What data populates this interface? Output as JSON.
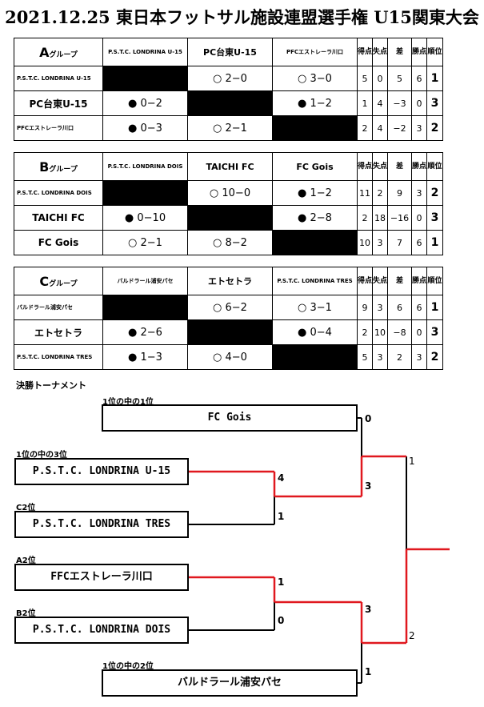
{
  "title": "2021.12.25 東日本フットサル施設連盟選手権 U15関東大会",
  "headers": {
    "pts_for": "得点",
    "pts_against": "失点",
    "diff": "差",
    "win_pts": "勝点",
    "rank": "順位"
  },
  "group_suffix": "グループ",
  "groups": [
    {
      "letter": "A",
      "cols": [
        "P.S.T.C. LONDRINA U-15",
        "PC台東U-15",
        "PFCエストレーラ川口"
      ],
      "rows": [
        {
          "name": "P.S.T.C. LONDRINA U-15",
          "cells": [
            "",
            "○ 2−0",
            "○ 3−0"
          ],
          "gf": "5",
          "ga": "0",
          "diff": "5",
          "pts": "6",
          "rank": "1"
        },
        {
          "name": "PC台東U-15",
          "cells": [
            "● 0−2",
            "",
            "● 1−2"
          ],
          "gf": "1",
          "ga": "4",
          "diff": "−3",
          "pts": "0",
          "rank": "3"
        },
        {
          "name": "PFCエストレーラ川口",
          "cells": [
            "● 0−3",
            "○ 2−1",
            ""
          ],
          "gf": "2",
          "ga": "4",
          "diff": "−2",
          "pts": "3",
          "rank": "2"
        }
      ]
    },
    {
      "letter": "B",
      "cols": [
        "P.S.T.C. LONDRINA DOIS",
        "TAICHI FC",
        "FC Gois"
      ],
      "rows": [
        {
          "name": "P.S.T.C. LONDRINA DOIS",
          "cells": [
            "",
            "○ 10−0",
            "● 1−2"
          ],
          "gf": "11",
          "ga": "2",
          "diff": "9",
          "pts": "3",
          "rank": "2"
        },
        {
          "name": "TAICHI FC",
          "cells": [
            "● 0−10",
            "",
            "● 2−8"
          ],
          "gf": "2",
          "ga": "18",
          "diff": "−16",
          "pts": "0",
          "rank": "3"
        },
        {
          "name": "FC Gois",
          "cells": [
            "○ 2−1",
            "○ 8−2",
            ""
          ],
          "gf": "10",
          "ga": "3",
          "diff": "7",
          "pts": "6",
          "rank": "1"
        }
      ]
    },
    {
      "letter": "C",
      "cols": [
        "バルドラール浦安パセ",
        "エトセトラ",
        "P.S.T.C. LONDRINA TRES"
      ],
      "rows": [
        {
          "name": "バルドラール浦安パセ",
          "cells": [
            "",
            "○ 6−2",
            "○ 3−1"
          ],
          "gf": "9",
          "ga": "3",
          "diff": "6",
          "pts": "6",
          "rank": "1"
        },
        {
          "name": "エトセトラ",
          "cells": [
            "● 2−6",
            "",
            "● 0−4"
          ],
          "gf": "2",
          "ga": "10",
          "diff": "−8",
          "pts": "0",
          "rank": "3"
        },
        {
          "name": "P.S.T.C. LONDRINA TRES",
          "cells": [
            "● 1−3",
            "○ 4−0",
            ""
          ],
          "gf": "5",
          "ga": "3",
          "diff": "2",
          "pts": "3",
          "rank": "2"
        }
      ]
    }
  ],
  "tournament": {
    "heading": "決勝トーナメント",
    "slots": [
      {
        "label": "1位の中の1位",
        "team": "FC Gois",
        "score": "0"
      },
      {
        "label": "1位の中の3位",
        "team": "P.S.T.C. LONDRINA U-15",
        "score": "4"
      },
      {
        "label": "C2位",
        "team": "P.S.T.C. LONDRINA TRES",
        "score": "1"
      },
      {
        "label": "A2位",
        "team": "FFCエストレーラ川口",
        "score": "1"
      },
      {
        "label": "B2位",
        "team": "P.S.T.C. LONDRINA DOIS",
        "score": "0"
      },
      {
        "label": "1位の中の2位",
        "team": "バルドラール浦安パセ",
        "score": "1"
      }
    ],
    "round2_scores": [
      "3",
      "3"
    ],
    "semi_scores": [
      "1",
      "2"
    ],
    "line_color": "#e0181f"
  }
}
